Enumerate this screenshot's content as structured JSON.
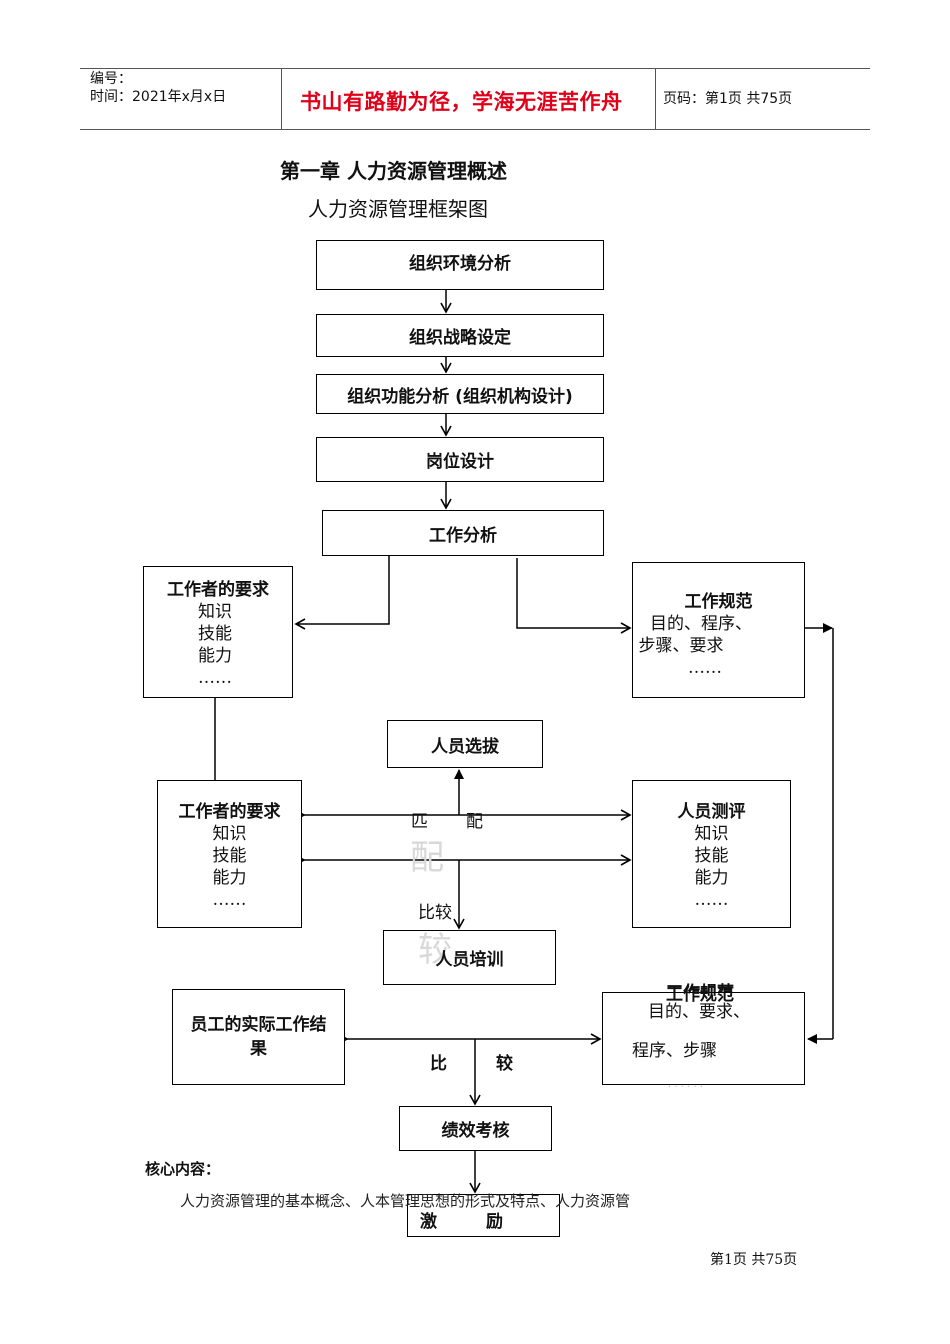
{
  "header": {
    "code_label": "编号：",
    "time_label": "时间：2021年x月x日",
    "motto": "书山有路勤为径，学海无涯苦作舟",
    "page_label": "页码：第1页  共75页"
  },
  "document": {
    "chapter_title": "第一章  人力资源管理概述",
    "figure_title": "人力资源管理框架图"
  },
  "flowchart": {
    "env_analysis": "组织环境分析",
    "strategy": "组织战略设定",
    "function_analysis": "组织功能分析  (组织机构设计)",
    "job_design": "岗位设计",
    "job_analysis": "工作分析",
    "worker_req_top": {
      "title": "工作者的要求",
      "lines": [
        "知识",
        "技能",
        "能力",
        "……"
      ]
    },
    "job_spec_top": {
      "title": "工作规范",
      "lines": [
        "目的、程序、",
        "步骤、要求",
        "……"
      ]
    },
    "selection": "人员选拔",
    "worker_req_mid": {
      "title": "工作者的要求",
      "lines": [
        "知识",
        "技能",
        "能力",
        "……"
      ]
    },
    "assessment": {
      "title": "人员测评",
      "lines": [
        "知识",
        "技能",
        "能力",
        "……"
      ]
    },
    "match_left": "匹",
    "match_right": "配",
    "match_faint": "配",
    "compare_mid": "比较",
    "compare_faint": "较",
    "training": "人员培训",
    "actual_results": "员工的实际工作结果",
    "job_spec_bottom": {
      "title": "工作规范",
      "line1": "目的、要求、",
      "line2": "程序、步骤",
      "dots": "· · · · · ·"
    },
    "compare_left": "比",
    "compare_right": "较",
    "performance": "绩效考核",
    "incentive_left": "激",
    "incentive_right": "励"
  },
  "core": {
    "heading": "核心内容：",
    "text": "人力资源管理的基本概念、人本管理思想的形式及特点、人力资源管"
  },
  "footer": {
    "page": "第1页  共75页"
  }
}
